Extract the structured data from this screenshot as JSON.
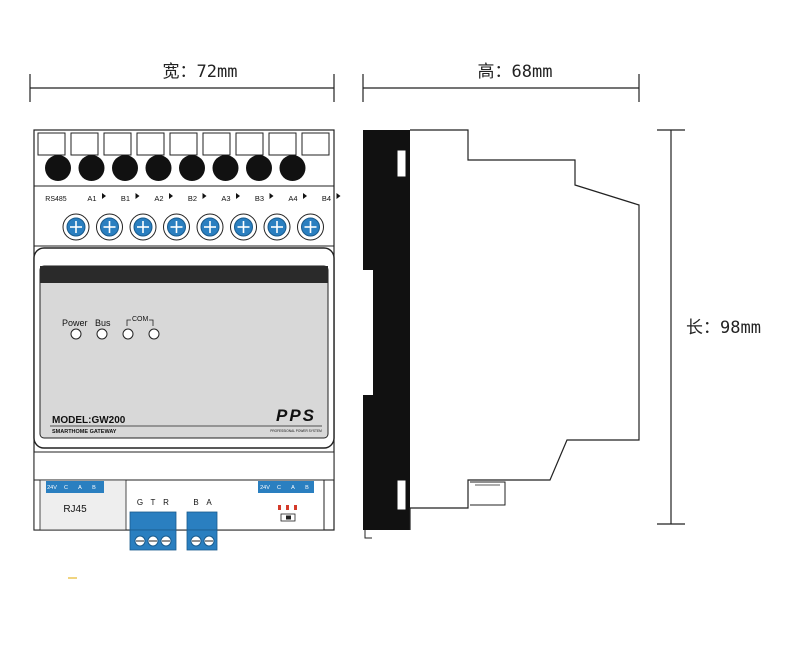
{
  "dimensions": {
    "width": "宽：72mm",
    "height": "高：68mm",
    "length": "长：98mm"
  },
  "front": {
    "top_terminals": [
      "RS485",
      "A1",
      "B1",
      "A2",
      "B2",
      "A3",
      "B3",
      "A4",
      "B4"
    ],
    "indicators": {
      "power": "Power",
      "bus": "Bus",
      "com": "COM"
    },
    "model": "MODEL:GW200",
    "brand": "PPS",
    "brand_tagline": "PROFESSIONAL POWER SYSTEM",
    "product_name": "SMARTHOME GATEWAY",
    "bottom_left_pins": [
      "24V",
      "C",
      "A",
      "B"
    ],
    "rj45": "RJ45",
    "gtr_labels": [
      "G",
      "T",
      "R"
    ],
    "ba_labels": [
      "B",
      "A"
    ],
    "bottom_right_pins": [
      "24V",
      "C",
      "A",
      "B"
    ]
  },
  "colors": {
    "terminal_blue": "#2a7fc0",
    "body_gray": "#d8d8d8",
    "label_bar": "#2a2a2a",
    "led_red": "#d43a2a"
  }
}
